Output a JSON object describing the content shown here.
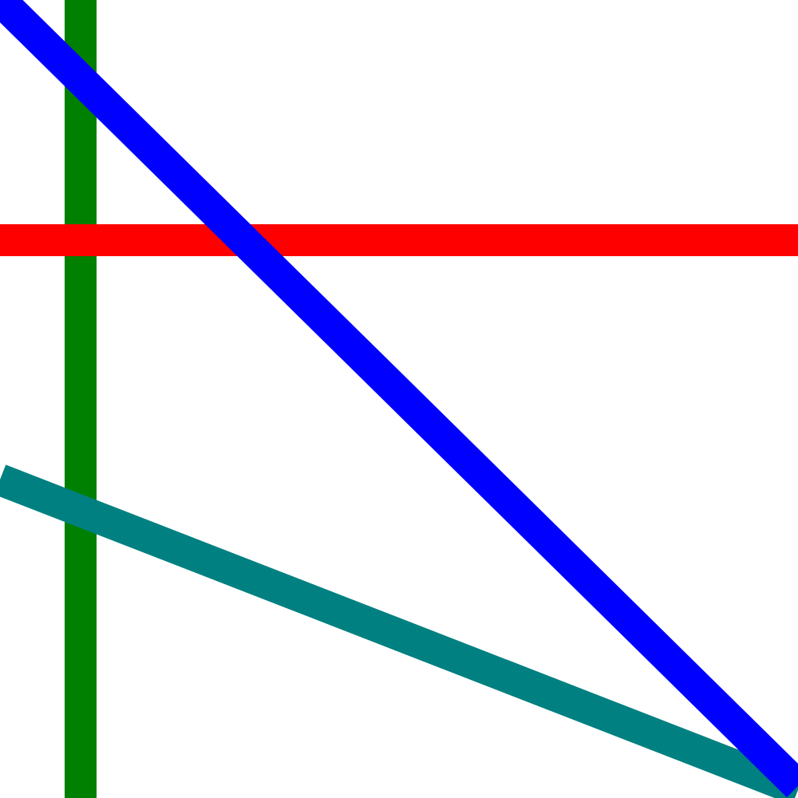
{
  "background": "#ffffff",
  "lines": [
    {
      "name": "green-vertical-line",
      "color": "#008000"
    },
    {
      "name": "red-horizontal-line",
      "color": "#ff0000"
    },
    {
      "name": "blue-diagonal-line",
      "color": "#0000ff"
    },
    {
      "name": "teal-sloped-line",
      "color": "#008080"
    }
  ]
}
